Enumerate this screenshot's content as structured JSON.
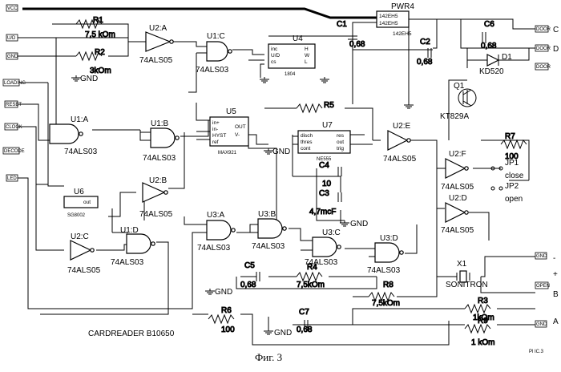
{
  "ports": {
    "vcc": "VCC",
    "ud": "U/D",
    "gnd": "GND",
    "loading": "LOADING",
    "reset": "RESET",
    "clock": "CLOCK",
    "decode": "DECODE",
    "led": "LED",
    "door1": "DOOR",
    "door2": "DOOR",
    "door3": "DOOR",
    "gnd2": "GND",
    "open": "OPEN",
    "gnd3": "GND"
  },
  "ext": {
    "c": "C",
    "d": "D",
    "b": "B",
    "a": "A",
    "minus": "-",
    "plus": "+"
  },
  "parts": {
    "r1": "R1",
    "r1v": "7,5 kOm",
    "r2": "R2",
    "r2v": "3kOm",
    "r3": "R3",
    "r3v": "1kOm",
    "r4": "R4",
    "r4v": "7,5kOm",
    "r5": "R5",
    "r6": "R6",
    "r6v": "100",
    "r7": "R7",
    "r7v": "100",
    "r8": "R8",
    "r8v": "7,5kOm",
    "r9": "R9",
    "r9v": "1 kOm",
    "c1": "C1",
    "c1v": "0,68",
    "c2": "C2",
    "c2v": "0,68",
    "c3": "C3",
    "c3v": "4,7mcF",
    "c4": "C4",
    "c4v": "10",
    "c5": "C5",
    "c5v": "0,68",
    "c6": "C6",
    "c6v": "0,68",
    "c7": "C7",
    "c7v": "0,68",
    "d1": "D1",
    "d1v": "KD520",
    "q1": "Q1",
    "q1v": "KT829A",
    "x1": "X1",
    "x1v": "SONITRON",
    "pwr": "PWR4",
    "reg1": "142EH5",
    "reg2": "142EH5",
    "pwrv": "142EH5",
    "u2a": "U2:A",
    "u1c": "U1:C",
    "u1a": "U1:A",
    "u1b": "U1:B",
    "u2b": "U2:B",
    "u1d": "U1:D",
    "u2c": "U2:C",
    "u3a": "U3:A",
    "u3b": "U3:B",
    "u3c": "U3:C",
    "u3d": "U3:D",
    "u2e": "U2:E",
    "u2f": "U2:F",
    "u2d": "U2:D",
    "t05": "74ALS05",
    "t03": "74ALS03",
    "u4": "U4",
    "u4v": "1804",
    "u5": "U5",
    "u5v": "MAX921",
    "u6": "U6",
    "u6v": "SG8002",
    "u6out": "out",
    "u7": "U7",
    "u7v": "NE555",
    "jp1": "JP1",
    "jp1v": "close",
    "jp2": "JP2",
    "jp2v": "open",
    "gnd": "GND",
    "u4p": [
      "inc",
      "U/D",
      "cs",
      "H",
      "W",
      "L"
    ],
    "u5p": [
      "in+",
      "in-",
      "HYST",
      "ref",
      "OUT",
      "V-"
    ],
    "u7p": [
      "disch",
      "thres",
      "cont",
      "res",
      "out",
      "trig"
    ]
  },
  "title": "CARDREADER B10650",
  "caption": "Фиг. 3",
  "corner": "Pl IC.3"
}
